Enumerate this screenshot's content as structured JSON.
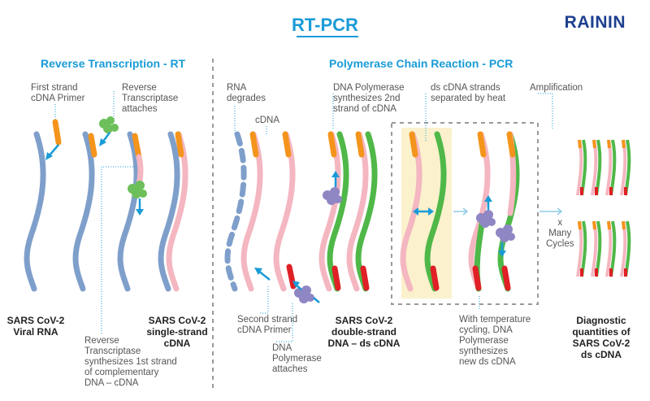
{
  "header": {
    "title": "RT-PCR",
    "brand": "RAININ"
  },
  "sections": {
    "rt": "Reverse Transcription - RT",
    "pcr": "Polymerase Chain Reaction - PCR"
  },
  "labels": {
    "first_strand_primer": "First strand\ncDNA Primer",
    "rt_attaches": "Reverse\nTranscriptase\nattaches",
    "rna_degrades": "RNA\ndegrades",
    "cdna": "cDNA",
    "dna_polymerase_synth": "DNA Polymerase\nsynthesizes 2nd\nstrand of cDNA",
    "ds_separated": "ds cDNA strands\nseparated by heat",
    "amplification": "Amplification",
    "x_many_cycles": "x\nMany\nCycles",
    "rt_synthesizes": "Reverse\nTranscriptase\nsynthesizes 1st strand\nof complementary\nDNA – cDNA",
    "second_strand_primer": "Second strand\ncDNA Primer",
    "dna_polymerase_attaches": "DNA\nPolymerase\nattaches",
    "temperature_cycling": "With temperature\ncycling, DNA\nPolymerase\nsynthesizes\nnew ds cDNA"
  },
  "bold_labels": {
    "viral_rna": "SARS CoV-2\nViral RNA",
    "single_strand": "SARS CoV-2\nsingle-strand\ncDNA",
    "double_strand": "SARS CoV-2\ndouble-strand\nDNA – ds cDNA",
    "diagnostic": "Diagnostic\nquantities of\nSARS CoV-2\nds cDNA"
  },
  "colors": {
    "accent": "#1a9bd7",
    "brand": "#1d3f8f",
    "rna": "#7f9fcb",
    "cdna": "#f4b6c0",
    "primer": "#f4941c",
    "second_strand": "#4fb848",
    "second_primer": "#e01f26",
    "rt_enzyme": "#6dbf5a",
    "polymerase": "#8f86c4",
    "highlight": "#fbf1cd"
  }
}
